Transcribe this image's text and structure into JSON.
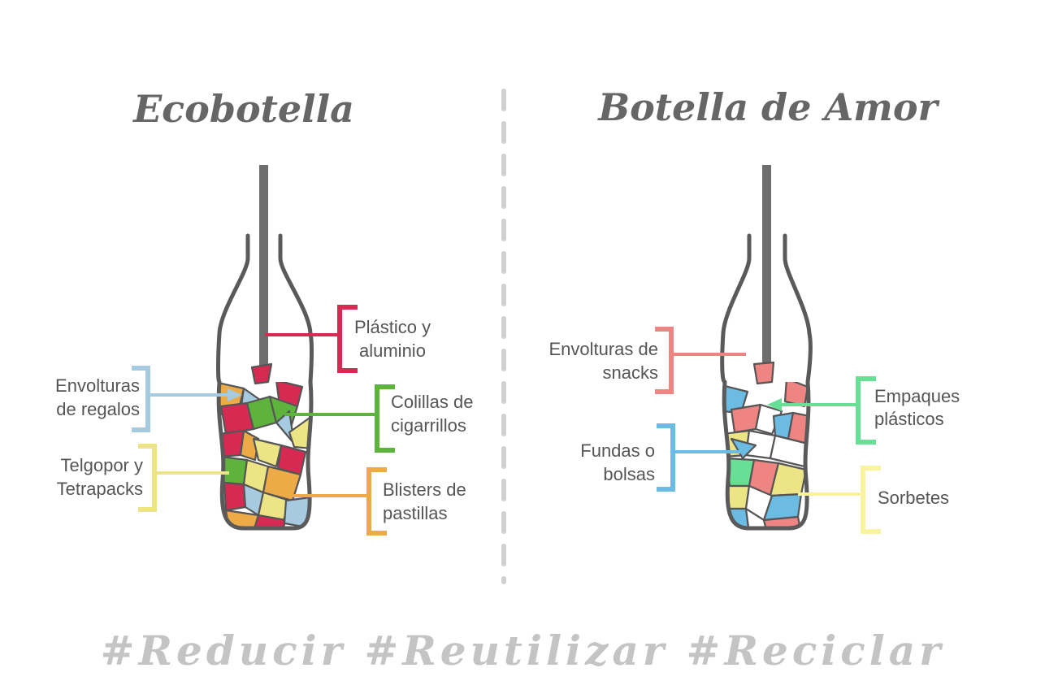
{
  "panels": [
    {
      "id": "ecobottle",
      "title": "Ecobotella",
      "labels": [
        {
          "key": "plastic",
          "lines": [
            "Plástico y",
            "aluminio"
          ],
          "color": "#d72a52"
        },
        {
          "key": "gift",
          "lines": [
            "Envolturas",
            "de regalos"
          ],
          "color": "#a6cbe0"
        },
        {
          "key": "cigarette",
          "lines": [
            "Colillas de",
            "cigarrillos"
          ],
          "color": "#5db33c"
        },
        {
          "key": "styrofoam",
          "lines": [
            "Telgopor y",
            "Tetrapacks"
          ],
          "color": "#ede585"
        },
        {
          "key": "blister",
          "lines": [
            "Blisters de",
            "pastillas"
          ],
          "color": "#ecab47"
        }
      ]
    },
    {
      "id": "love-bottle",
      "title": "Botella de Amor",
      "labels": [
        {
          "key": "snacks",
          "lines": [
            "Envolturas de",
            "snacks"
          ],
          "color": "#ef8583"
        },
        {
          "key": "packaging",
          "lines": [
            "Empaques",
            "plásticos"
          ],
          "color": "#67df95"
        },
        {
          "key": "bags",
          "lines": [
            "Fundas o",
            "bolsas"
          ],
          "color": "#6bbbe2"
        },
        {
          "key": "straws",
          "lines": [
            "Sorbetes"
          ],
          "color": "#f8f39c"
        }
      ]
    }
  ],
  "footer": {
    "hashtags": "#Reducir #Reutilizar #Reciclar"
  },
  "colors": {
    "outline": "#5a5a5a",
    "stick": "#6e6e6e",
    "divider": "#d0d0d0",
    "title": "#666666",
    "footer": "#c4c4c4",
    "white_fragment": "#ffffff"
  }
}
